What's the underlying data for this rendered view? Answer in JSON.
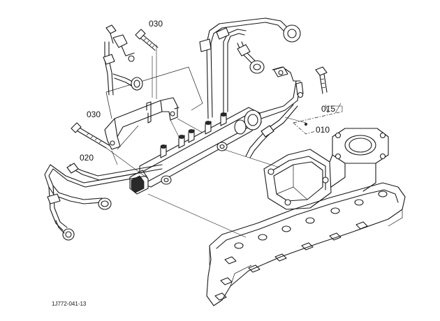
{
  "callouts": {
    "c030_top": "030",
    "c030_left": "030",
    "c020": "020",
    "c015": "015",
    "c010": "010"
  },
  "reference_code": "1J772-041-13",
  "colors": {
    "line": "#1a1a1a",
    "background": "#ffffff"
  }
}
